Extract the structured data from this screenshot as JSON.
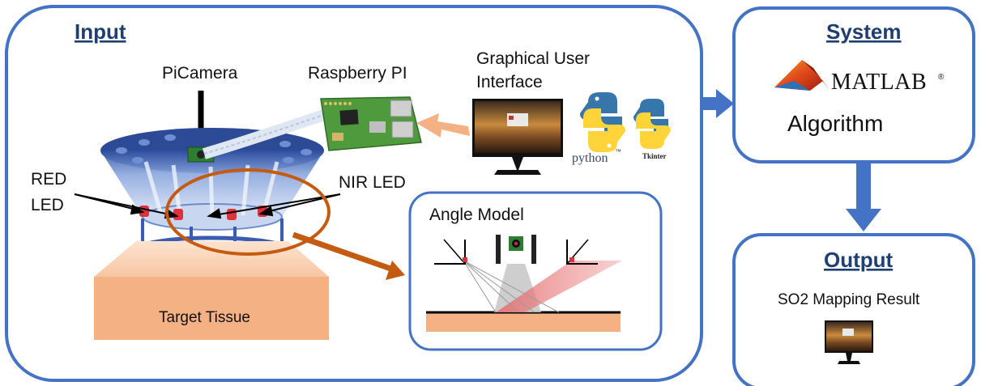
{
  "colors": {
    "panel_stroke": "#4472c4",
    "flow_arrow": "#4472c4",
    "zoom_arrow": "#c55a11",
    "gui_arrow": "#f4b183",
    "tissue": "#f4b183",
    "red_led": "#e0303c",
    "python_blue": "#3776ab",
    "python_yellow": "#ffd43b"
  },
  "input_panel": {
    "title": "Input",
    "picamera_label": "PiCamera",
    "raspberry_label": "Raspberry PI",
    "gui_label_line1": "Graphical User",
    "gui_label_line2": "Interface",
    "python_logo_text": "python",
    "python_tm": "™",
    "tkinter_logo_text": "Tkinter",
    "red_led_line1": "RED",
    "red_led_line2": "LED",
    "nir_led_label": "NIR LED",
    "tissue_label": "Target Tissue",
    "angle_model": {
      "title": "Angle Model"
    }
  },
  "system_panel": {
    "title": "System",
    "matlab_logo_text": "MATLAB",
    "matlab_reg": "®",
    "algorithm_label": "Algorithm"
  },
  "output_panel": {
    "title": "Output",
    "result_label": "SO2 Mapping Result"
  },
  "icons": [
    "picamera-icon",
    "raspberry-pi-icon",
    "monitor-icon",
    "python-logo-icon",
    "tkinter-logo-icon",
    "matlab-logo-icon",
    "camera-lens-icon"
  ]
}
